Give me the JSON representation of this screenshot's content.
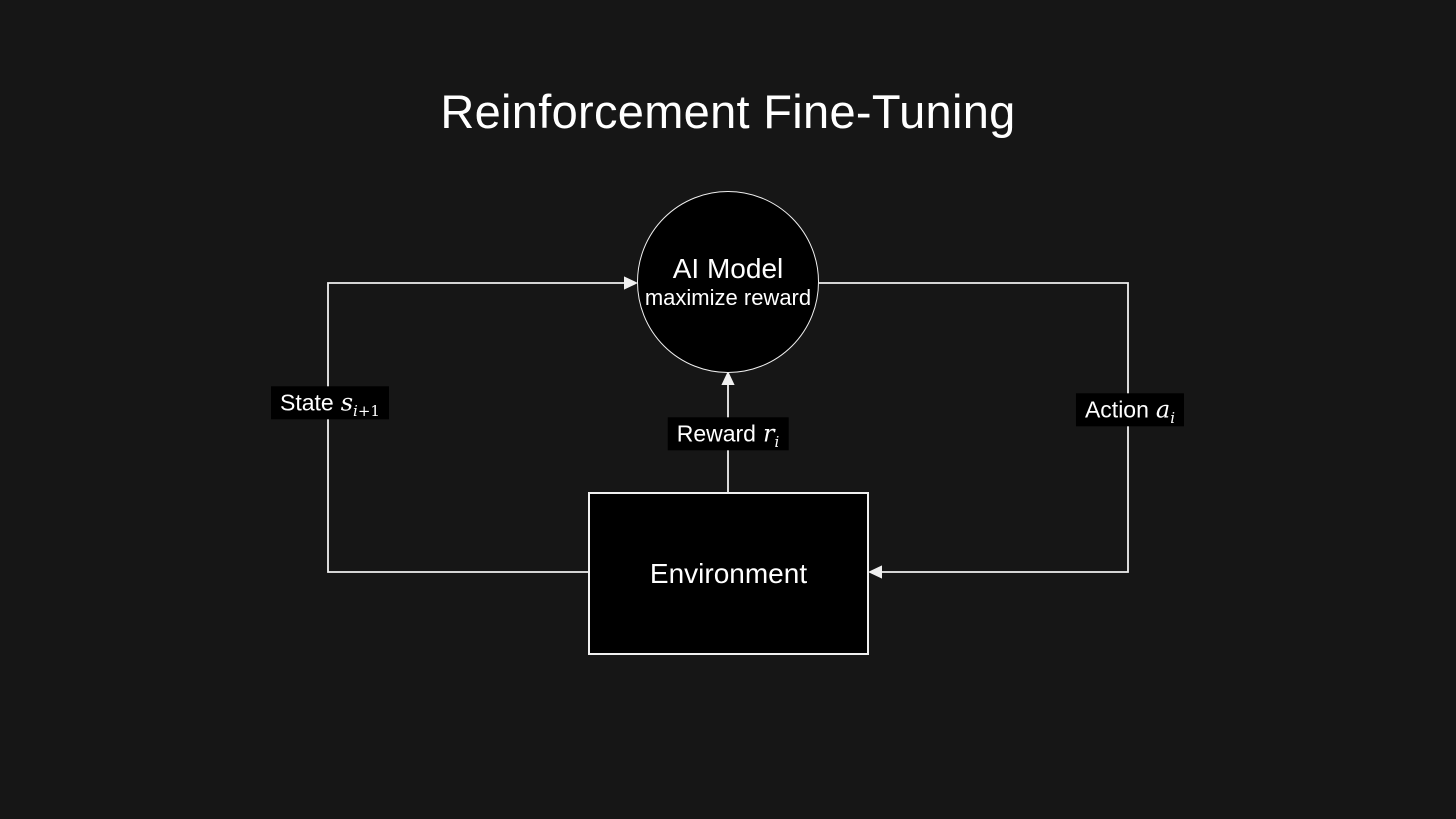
{
  "title": "Reinforcement Fine-Tuning",
  "nodes": {
    "ai_model": {
      "title": "AI Model",
      "subtitle": "maximize reward",
      "shape": "circle"
    },
    "environment": {
      "title": "Environment",
      "shape": "rectangle"
    }
  },
  "edges": {
    "state": {
      "label": "State",
      "symbol": "s",
      "sub_italic": "i",
      "sub_plain": "+1",
      "arrow_points_to": "AI Model"
    },
    "action": {
      "label": "Action",
      "symbol": "a",
      "sub_italic": "i",
      "sub_plain": "",
      "arrow_points_to": "Environment"
    },
    "reward": {
      "label": "Reward",
      "symbol": "r",
      "sub_italic": "i",
      "sub_plain": "",
      "arrow_points_to": "AI Model"
    }
  },
  "colors": {
    "background": "#161616",
    "shape_fill": "#000000",
    "line": "#f0f0f0",
    "text": "#ffffff"
  }
}
